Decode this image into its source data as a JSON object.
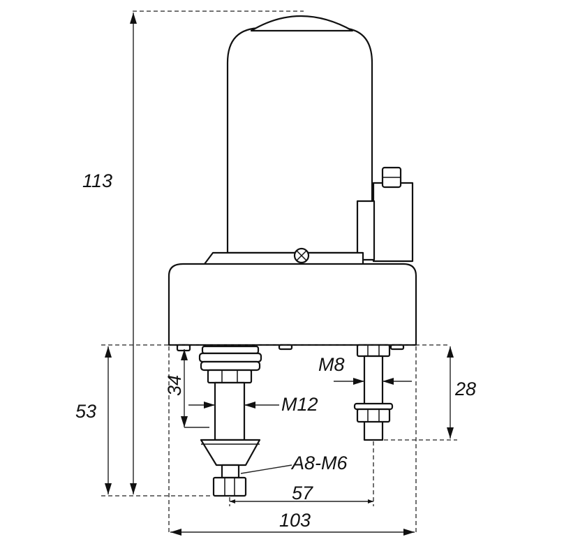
{
  "dimensions": {
    "overall_height": "113",
    "lower_height": "53",
    "spindle_length": "34",
    "spindle_thread": "M12",
    "tip_thread": "A8-M6",
    "bolt_thread": "M8",
    "bolt_length": "28",
    "axis_spacing": "57",
    "overall_width": "103"
  },
  "colors": {
    "line": "#111111",
    "background": "#ffffff"
  }
}
